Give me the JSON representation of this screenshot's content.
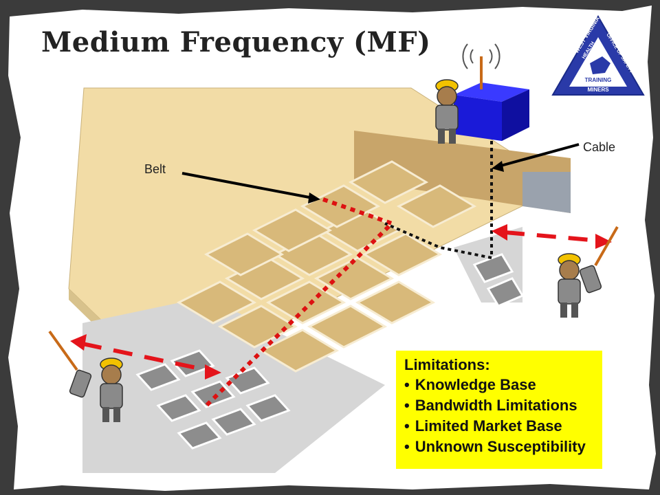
{
  "slide": {
    "title": "Medium Frequency (MF)"
  },
  "labels": {
    "belt": "Belt",
    "cable": "Cable"
  },
  "limitations": {
    "heading": "Limitations:",
    "items": [
      "Knowledge Base",
      "Bandwidth Limitations",
      "Limited Market Base",
      "Unknown Susceptibility"
    ]
  },
  "logo": {
    "top_text": "WEST VIRGINIA",
    "health_text": "HEALTH",
    "safety_text": "OFFICE OF SAFETY",
    "training_text": "TRAINING",
    "miners_text": "MINERS"
  },
  "colors": {
    "panel_yellow": "#ffff00",
    "surface_tan": "#f2dca6",
    "belt_red": "#dd1111",
    "signal_red": "#e4141b",
    "transmitter_blue": "#1a1ad8",
    "logo_blue": "#2a3aa8"
  }
}
